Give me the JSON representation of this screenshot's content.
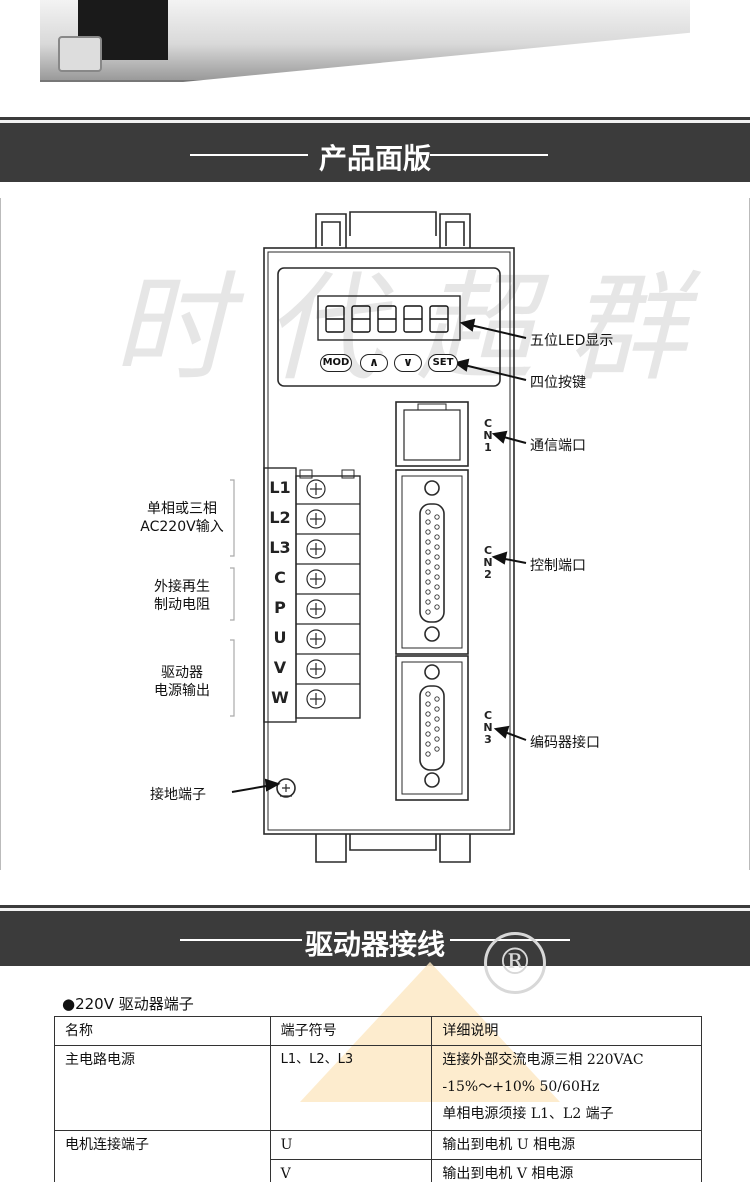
{
  "sections": {
    "panel_title": "产品面版",
    "wiring_title": "驱动器接线"
  },
  "watermark": "时代超群",
  "panel": {
    "display_label": "五位LED显示",
    "keys_label": "四位按键",
    "keys": [
      "MOD",
      "∧",
      "∨",
      "SET"
    ],
    "cn1_label": "通信端口",
    "cn2_label": "控制端口",
    "cn3_label": "编码器接口",
    "cn1": [
      "C",
      "N",
      "1"
    ],
    "cn2": [
      "C",
      "N",
      "2"
    ],
    "cn3": [
      "C",
      "N",
      "3"
    ],
    "terminals": [
      "L1",
      "L2",
      "L3",
      "C",
      "P",
      "U",
      "V",
      "W"
    ],
    "group1": [
      "单相或三相",
      "AC220V输入"
    ],
    "group2": [
      "外接再生",
      "制动电阻"
    ],
    "group3": [
      "驱动器",
      "电源输出"
    ],
    "ground_label": "接地端子"
  },
  "registered_mark": "®",
  "wiring": {
    "subtitle": "●220V 驱动器端子",
    "headers": [
      "名称",
      "端子符号",
      "详细说明"
    ],
    "rows": [
      {
        "name": "主电路电源",
        "symbol": "L1、L2、L3",
        "desc": [
          "连接外部交流电源三相 220VAC",
          "-15%～+10% 50/60Hz",
          "单相电源须接 L1、L2 端子"
        ]
      },
      {
        "name": "电机连接端子",
        "symbol": "U",
        "desc": [
          "输出到电机 U 相电源"
        ]
      },
      {
        "name": "",
        "symbol": "V",
        "desc": [
          "输出到电机 V 相电源"
        ]
      }
    ]
  }
}
